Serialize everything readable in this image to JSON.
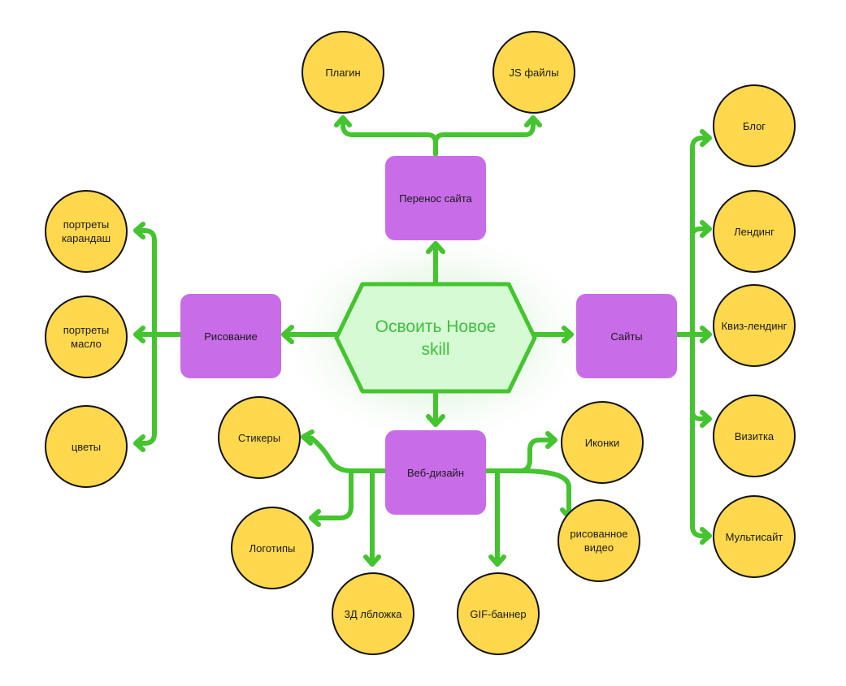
{
  "center": {
    "label": "Освоить Новое skill"
  },
  "branches": {
    "transfer": {
      "label": "Перенос сайта",
      "leaves": [
        "Плагин",
        "JS файлы"
      ]
    },
    "drawing": {
      "label": "Рисование",
      "leaves": [
        "портреты карандаш",
        "портреты масло",
        "цветы"
      ]
    },
    "sites": {
      "label": "Сайты",
      "leaves": [
        "Блог",
        "Лендинг",
        "Квиз-лендинг",
        "Визитка",
        "Мультисайт"
      ]
    },
    "webdesign": {
      "label": "Веб-дизайн",
      "leaves": [
        "Стикеры",
        "Логотипы",
        "3Д лбложка",
        "GIF-баннер",
        "рисованное видео",
        "Иконки"
      ]
    }
  },
  "colors": {
    "connector": "#44c42f",
    "center_fill": "#d6fad4",
    "center_stroke": "#44c42f",
    "branch_fill": "#c86ce8",
    "leaf_fill": "#ffd84d",
    "leaf_stroke": "#111111"
  }
}
